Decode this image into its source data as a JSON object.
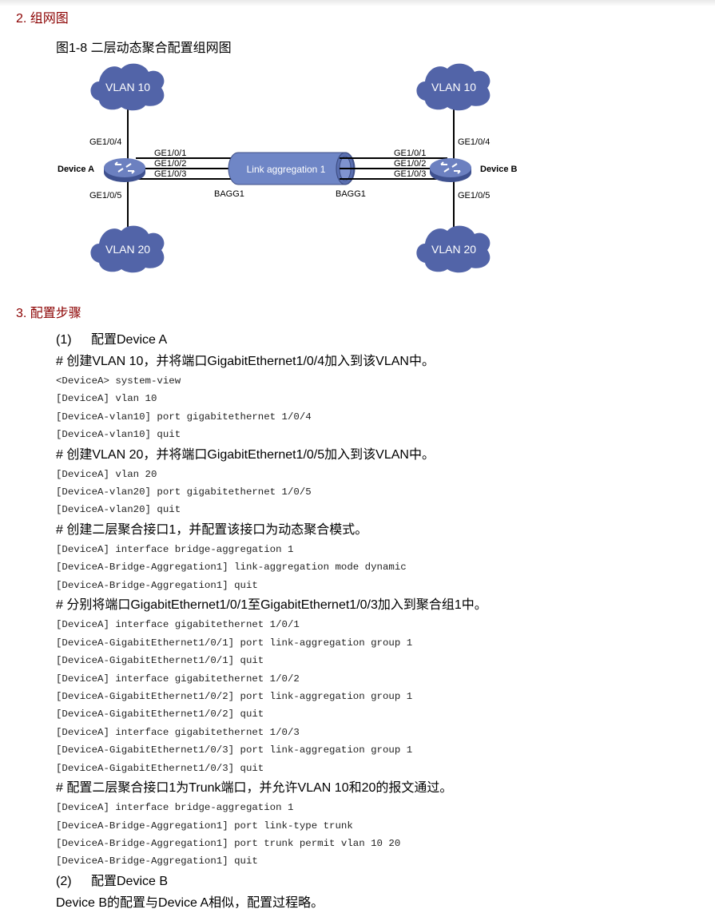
{
  "section2": {
    "heading": "2. 组网图"
  },
  "figure": {
    "caption": "图1-8 二层动态聚合配置组网图",
    "vlan10_left": "VLAN 10",
    "vlan10_right": "VLAN 10",
    "vlan20_left": "VLAN 20",
    "vlan20_right": "VLAN 20",
    "device_a": "Device A",
    "device_b": "Device B",
    "link_aggregation": "Link aggregation 1",
    "bagg_left": "BAGG1",
    "bagg_right": "BAGG1",
    "ports_a": {
      "up": "GE1/0/4",
      "down": "GE1/0/5",
      "p1": "GE1/0/1",
      "p2": "GE1/0/2",
      "p3": "GE1/0/3"
    },
    "ports_b": {
      "up": "GE1/0/4",
      "down": "GE1/0/5",
      "p1": "GE1/0/1",
      "p2": "GE1/0/2",
      "p3": "GE1/0/3"
    },
    "colors": {
      "cloud": "#5264a8",
      "switch": "#5a6fb0",
      "tube": "#6f86c6"
    }
  },
  "section3": {
    "heading": "3. 配置步骤",
    "step1": {
      "num": "(1)",
      "title": "配置Device A"
    },
    "blocks": [
      {
        "comment": "# 创建VLAN 10，并将端口GigabitEthernet1/0/4加入到该VLAN中。",
        "lines": [
          "<DeviceA> system-view",
          "[DeviceA] vlan 10",
          "[DeviceA-vlan10] port gigabitethernet 1/0/4",
          "[DeviceA-vlan10] quit"
        ]
      },
      {
        "comment": "# 创建VLAN 20，并将端口GigabitEthernet1/0/5加入到该VLAN中。",
        "lines": [
          "[DeviceA] vlan 20",
          "[DeviceA-vlan20] port gigabitethernet 1/0/5",
          "[DeviceA-vlan20] quit"
        ]
      },
      {
        "comment": "# 创建二层聚合接口1，并配置该接口为动态聚合模式。",
        "lines": [
          "[DeviceA] interface bridge-aggregation 1",
          "[DeviceA-Bridge-Aggregation1] link-aggregation mode dynamic",
          "[DeviceA-Bridge-Aggregation1] quit"
        ]
      },
      {
        "comment": "# 分别将端口GigabitEthernet1/0/1至GigabitEthernet1/0/3加入到聚合组1中。",
        "lines": [
          "[DeviceA] interface gigabitethernet 1/0/1",
          "[DeviceA-GigabitEthernet1/0/1] port link-aggregation group 1",
          "[DeviceA-GigabitEthernet1/0/1] quit",
          "[DeviceA] interface gigabitethernet 1/0/2",
          "[DeviceA-GigabitEthernet1/0/2] port link-aggregation group 1",
          "[DeviceA-GigabitEthernet1/0/2] quit",
          "[DeviceA] interface gigabitethernet 1/0/3",
          "[DeviceA-GigabitEthernet1/0/3] port link-aggregation group 1",
          "[DeviceA-GigabitEthernet1/0/3] quit"
        ]
      },
      {
        "comment": "# 配置二层聚合接口1为Trunk端口，并允许VLAN 10和20的报文通过。",
        "lines": [
          "[DeviceA] interface bridge-aggregation 1",
          "[DeviceA-Bridge-Aggregation1] port link-type trunk",
          "[DeviceA-Bridge-Aggregation1] port trunk permit vlan 10 20",
          "[DeviceA-Bridge-Aggregation1] quit"
        ]
      }
    ],
    "step2": {
      "num": "(2)",
      "title": "配置Device B"
    },
    "closing": "Device B的配置与Device A相似，配置过程略。"
  }
}
